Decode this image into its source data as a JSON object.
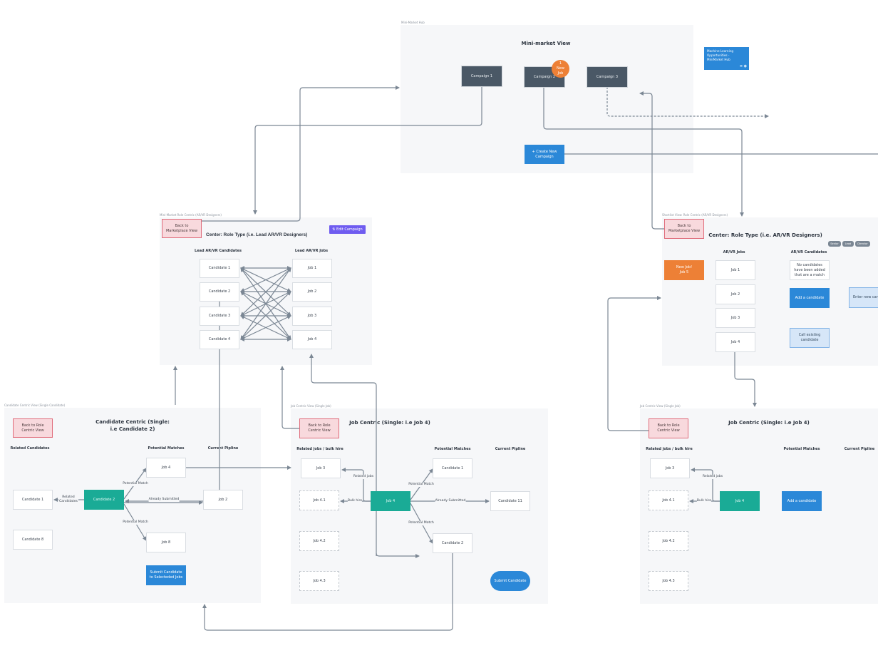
{
  "colors": {
    "frame": "#f6f7f9",
    "campaign": "#4a5866",
    "selected": "#1aab96",
    "action": "#2b88d8",
    "back": "#f8d9dd",
    "new_job": "#ed8036",
    "edit": "#6f5cf0",
    "connector": "#7b8794"
  },
  "hub": {
    "label": "Mini-Market Hub",
    "title": "Mini-market View",
    "campaigns": [
      "Campaign 1",
      "Campaign 2",
      "Campaign 3"
    ],
    "badge": "1 New Job",
    "create": "+ Create New Campaign",
    "card": {
      "text": "Machine Learning Opportunities - MiniMarket Hub",
      "icons": [
        "comment-icon",
        "eye-icon"
      ]
    }
  },
  "role": {
    "label": "Mini-Market Role Centric (AR/VR Designers)",
    "back": "Back to Marketplace View",
    "edit": "Edit Campaign",
    "title": "Center: Role Type (i.e. Lead AR/VR Designers)",
    "cand_header": "Lead AR/VR Candidates",
    "jobs_header": "Lead AR/VR Jobs",
    "candidates": [
      "Candidate 1",
      "Candidate 2",
      "Candidate 3",
      "Candidate 4"
    ],
    "jobs": [
      "Job 1",
      "Job 2",
      "Job 3",
      "Job 4"
    ]
  },
  "shortlist": {
    "label": "Shortlist View: Role Centric (AR/VR Designers)",
    "back": "Back to Marketplace View",
    "title": "Center: Role Type (i.e. AR/VR Designers)",
    "tags": [
      "Senior",
      "Lead",
      "Director"
    ],
    "jobs_header": "AR/VR Jobs",
    "cand_header": "AR/VR Candidates",
    "new_job": "New Job! Job 5",
    "jobs": [
      "Job 1",
      "Job 2",
      "Job 3",
      "Job 4"
    ],
    "empty": "No candidates have been added that are a match",
    "add": "Add a candidate",
    "enter": "Enter new cand",
    "call": "Call existing candidate"
  },
  "cand": {
    "label": "Candidate Centric View (Single Candidate)",
    "back": "Back to Role Centric View",
    "title": "Candidate Centric (Single: i.e Candidate 2)",
    "h_related": "Related Candidates",
    "h_matches": "Potential Matches",
    "h_pipeline": "Current Pipline",
    "center": "Candidate 2",
    "related": [
      "Candidate 1",
      "Candidate 8"
    ],
    "matches": [
      "Job 4",
      "Job 8"
    ],
    "pipeline": "Job 2",
    "edge_related": "Related Candidates",
    "edge_match": "Potential Match",
    "edge_submitted": "Already Submitted",
    "submit": "Submit Candidate to Selecteded Jobs"
  },
  "job": {
    "label": "Job Centric View (Single Job)",
    "back": "Back to Role Centric View",
    "title": "Job Centric (Single: i.e Job 4)",
    "h_related": "Related jobs / bulk hire",
    "h_matches": "Potential Matches",
    "h_pipeline": "Current Pipline",
    "center": "Job 4",
    "related": [
      "Job 3",
      "Job 4.1",
      "Job 4.2",
      "Job 4.3"
    ],
    "matches": [
      "Candidate 1",
      "Candidate 2"
    ],
    "pipeline": "Candidate 11",
    "edge_related": "Related jobs",
    "edge_bulk": "Bulk hire",
    "edge_match": "Potential Match",
    "edge_submitted": "Already Submitted",
    "submit": "Submit Candidate"
  },
  "job2": {
    "label": "Job Centric View (Single Job)",
    "back": "Back to Role Centric View",
    "title": "Job Centric (Single: i.e Job 4)",
    "h_related": "Related jobs / bulk hire",
    "h_matches": "Potential Matches",
    "h_pipeline": "Current Pipline",
    "center": "Job 4",
    "related": [
      "Job 3",
      "Job 4.1",
      "Job 4.2",
      "Job 4.3"
    ],
    "add": "Add a candidate",
    "edge_related": "Related jobs",
    "edge_bulk": "Bulk hire"
  }
}
